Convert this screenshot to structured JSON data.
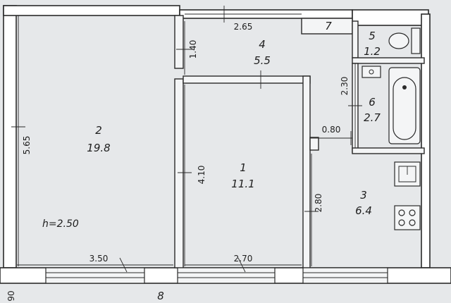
{
  "rooms": [
    {
      "id": "1",
      "area": "11.1"
    },
    {
      "id": "2",
      "area": "19.8"
    },
    {
      "id": "3",
      "area": "6.4"
    },
    {
      "id": "4",
      "area": "5.5"
    },
    {
      "id": "5",
      "area": "1.2"
    },
    {
      "id": "6",
      "area": "2.7"
    },
    {
      "id": "7",
      "area": ""
    },
    {
      "id": "8",
      "area": ""
    }
  ],
  "dimensions": {
    "top_corridor": "2.65",
    "corridor_depth": "1.40",
    "living_height": "5.65",
    "living_width": "3.50",
    "room1_height": "4.10",
    "room1_width": "2.70",
    "bath_height": "2.30",
    "door_width": "0.80",
    "kitchen_height": "2.80",
    "left_edge": "90"
  },
  "ceiling_height": "h=2.50"
}
